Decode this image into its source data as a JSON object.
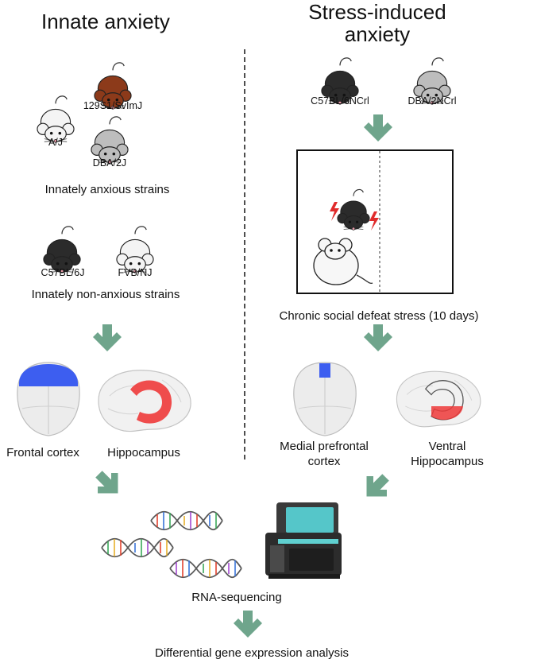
{
  "left": {
    "title": "Innate anxiety",
    "anxious_strains": [
      {
        "label": "A/J",
        "color": "#f4f4f4"
      },
      {
        "label": "129S1/SvImJ",
        "color": "#8c3a1a"
      },
      {
        "label": "DBA/2J",
        "color": "#bdbdbd"
      }
    ],
    "anxious_caption": "Innately anxious strains",
    "nonanxious_strains": [
      {
        "label": "C57BL/6J",
        "color": "#2b2b2b"
      },
      {
        "label": "FVB/NJ",
        "color": "#f4f4f4"
      }
    ],
    "nonanxious_caption": "Innately non-anxious strains",
    "regions": [
      "Frontal cortex",
      "Hippocampus"
    ],
    "region_colors": {
      "cortex": "#3d5ef0",
      "hippocampus": "#ee3a3a"
    }
  },
  "right": {
    "title_line1": "Stress-induced",
    "title_line2": "anxiety",
    "strains": [
      {
        "label": "C57BL/6NCrl",
        "color": "#2b2b2b"
      },
      {
        "label": "DBA/2NCrl",
        "color": "#bdbdbd"
      }
    ],
    "defeat_caption": "Chronic social defeat stress (10 days)",
    "region1_line1": "Medial prefrontal",
    "region1_line2": "cortex",
    "region2_line1": "Ventral",
    "region2_line2": "Hippocampus"
  },
  "bottom": {
    "sequencing": "RNA-sequencing",
    "analysis": "Differential gene expression analysis"
  },
  "colors": {
    "arrow": "#6fa58c",
    "divider": "#222222"
  }
}
